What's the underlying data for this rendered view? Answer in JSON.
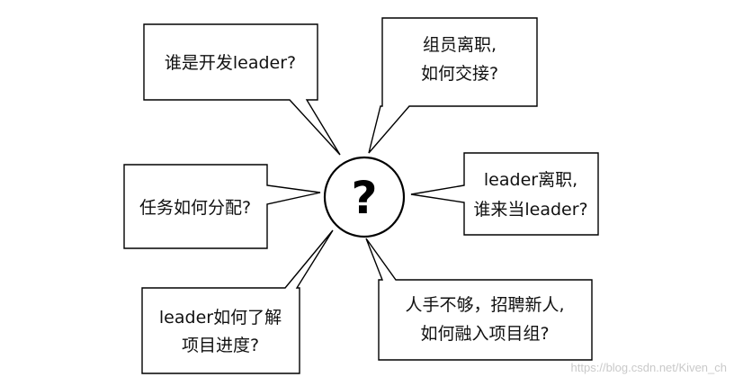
{
  "center": {
    "symbol": "?"
  },
  "questions": [
    {
      "id": "dev-leader",
      "lines": [
        "谁是开发leader?"
      ]
    },
    {
      "id": "member-resign",
      "lines": [
        "组员离职,",
        "如何交接?"
      ]
    },
    {
      "id": "leader-resign",
      "lines": [
        "leader离职,",
        "谁来当leader?"
      ]
    },
    {
      "id": "task-assign",
      "lines": [
        "任务如何分配?"
      ]
    },
    {
      "id": "leader-progress",
      "lines": [
        "leader如何了解",
        "项目进度?"
      ]
    },
    {
      "id": "new-member",
      "lines": [
        "人手不够，招聘新人,",
        "如何融入项目组?"
      ]
    }
  ],
  "watermark": "https://blog.csdn.net/Kiven_ch"
}
